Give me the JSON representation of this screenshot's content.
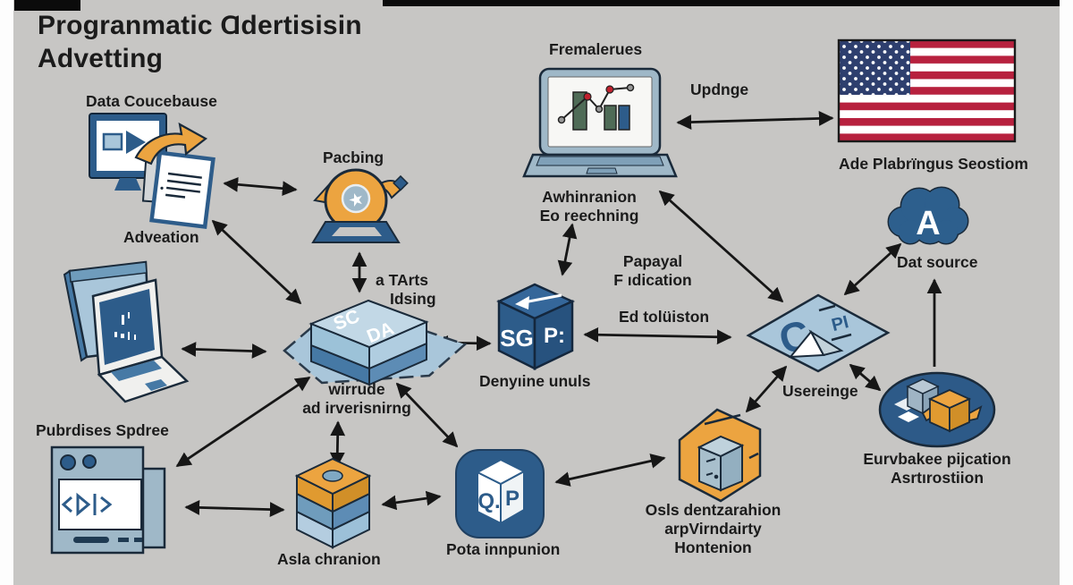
{
  "title": {
    "line1": "Progranmatic Ɑdertisisin",
    "line2": "Advetting"
  },
  "nodes": {
    "data_sources": {
      "title": "Data Coucebause",
      "caption": "Adveation"
    },
    "pacbing": {
      "title": "Pacbing"
    },
    "analytics": {
      "title": "Fremalerues",
      "caption_line1": "Awhinranion",
      "caption_line2": "Eo reechning"
    },
    "updnge": {
      "title": "Updnge"
    },
    "flag": {
      "caption": "Ade Plabrïngus Seostiom"
    },
    "cloud": {
      "letter": "A",
      "caption": "Dat source"
    },
    "central": {
      "face_top": "SC",
      "face_bottom": "DA",
      "side_line1": "a TArts",
      "side_line2": "Idsing",
      "caption_line1": "wirrude",
      "caption_line2": "ad irverisnirng"
    },
    "sgp": {
      "face_left": "SG",
      "face_right": "P:",
      "caption": "Denyıine unuls"
    },
    "papayal": {
      "line1": "Papayal",
      "line2": "F ıdication"
    },
    "ed": {
      "title": "Ed tolüiston"
    },
    "cpi": {
      "letter": "C",
      "letters": "PI",
      "caption": "Usereinge"
    },
    "ellipse": {
      "caption_line1": "Eurvbakee pijcation",
      "caption_line2": "Asrtırostiion"
    },
    "osls": {
      "caption_line1": "Osls dentzarahion",
      "caption_line2": "arpVirndairty",
      "caption_line3": "Hontenion"
    },
    "pota": {
      "face_left": "Q.",
      "face_right": "P",
      "caption": "Pota innpunion"
    },
    "asla": {
      "caption": "Asla chranion"
    },
    "publisher": {
      "title": "Pubrdises Spdree"
    }
  },
  "colors": {
    "background": "#c7c6c4",
    "accent_orange": "#eca440",
    "dark_blue": "#2d5c8a",
    "steel_blue": "#a9c6da",
    "flag_red": "#b7213e",
    "flag_navy": "#2e3f6e",
    "arrow": "#161616"
  }
}
